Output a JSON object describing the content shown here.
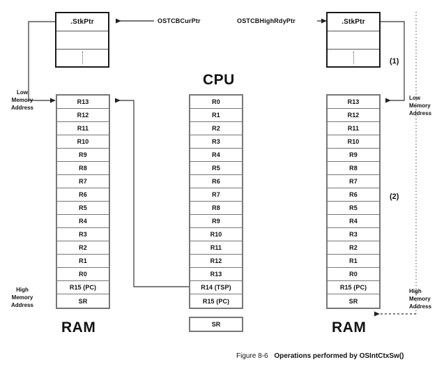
{
  "figure": {
    "number": "Figure 8-6",
    "title": "Operations performed by OSIntCtxSw()"
  },
  "pointers": {
    "current": "OSTCBCurPtr",
    "high_ready": "OSTCBHighRdyPtr"
  },
  "tcb_left": {
    "field": ".StkPtr"
  },
  "tcb_right": {
    "field": ".StkPtr"
  },
  "titles": {
    "cpu": "CPU",
    "ram_left": "RAM",
    "ram_right": "RAM"
  },
  "memory_labels": {
    "low": "Low\nMemory\nAddress",
    "low_line1": "Low",
    "low_line2": "Memory",
    "low_line3": "Address",
    "high_line1": "High",
    "high_line2": "Memory",
    "high_line3": "Address"
  },
  "steps": {
    "one": "(1)",
    "two": "(2)"
  },
  "stack_left": {
    "name": "left-ram-stack",
    "cells": [
      "R13",
      "R12",
      "R11",
      "R10",
      "R9",
      "R8",
      "R7",
      "R6",
      "R5",
      "R4",
      "R3",
      "R2",
      "R1",
      "R0",
      "R15 (PC)",
      "SR"
    ]
  },
  "stack_right": {
    "name": "right-ram-stack",
    "cells": [
      "R13",
      "R12",
      "R11",
      "R10",
      "R9",
      "R8",
      "R7",
      "R6",
      "R5",
      "R4",
      "R3",
      "R2",
      "R1",
      "R0",
      "R15 (PC)",
      "SR"
    ]
  },
  "cpu": {
    "cells": [
      "R0",
      "R1",
      "R2",
      "R3",
      "R4",
      "R5",
      "R6",
      "R7",
      "R8",
      "R9",
      "R10",
      "R11",
      "R12",
      "R13",
      "R14 (TSP)",
      "R15 (PC)"
    ],
    "status_register": "SR"
  },
  "colors": {
    "background": "#ffffff",
    "text": "#111111",
    "tcb_border": "#1a1a1a",
    "cell_border": "#777777",
    "wire": "#333333"
  }
}
